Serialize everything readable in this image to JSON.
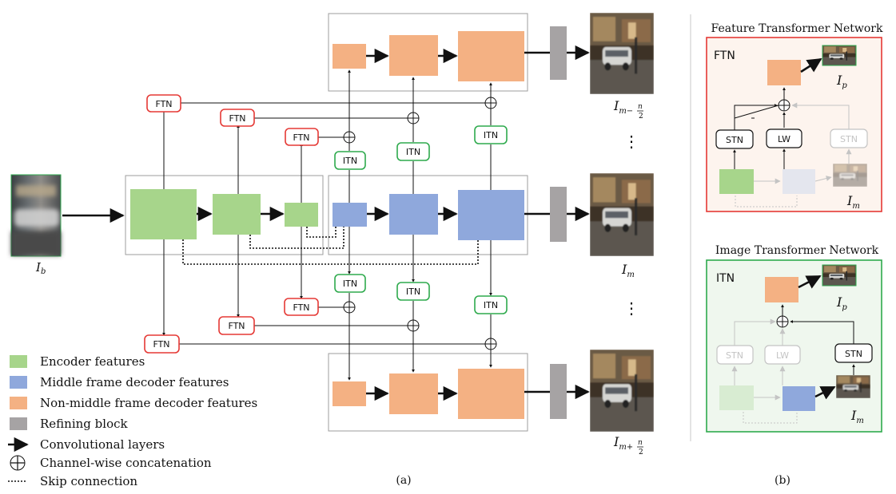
{
  "colors": {
    "encoder": "#a7d58b",
    "middle_decoder": "#8fa8dc",
    "non_middle_decoder": "#f4b183",
    "refining": "#a6a3a4",
    "ftn_border": "#e53935",
    "itn_border": "#2eaa4d"
  },
  "blocks": {
    "ftn": "FTN",
    "itn": "ITN",
    "stn": "STN",
    "lw": "LW"
  },
  "labels": {
    "input": "I_b",
    "top_output": "I_{m-n/2}",
    "middle_output": "I_m",
    "bottom_output": "I_{m+n/2}",
    "vdots": "⋮",
    "pred": "I_p",
    "middle": "I_m"
  },
  "legend": [
    {
      "text": "Encoder features",
      "icon": "green-square"
    },
    {
      "text": "Middle frame decoder features",
      "icon": "blue-square"
    },
    {
      "text": "Non-middle frame decoder features",
      "icon": "orange-square"
    },
    {
      "text": "Refining block",
      "icon": "gray-square"
    },
    {
      "text": "Convolutional layers",
      "icon": "arrow-right"
    },
    {
      "text": "Channel-wise concatenation",
      "icon": "circled-plus"
    },
    {
      "text": "Skip connection",
      "icon": "dotted-line"
    }
  ],
  "panel_ftn": {
    "title": "Feature Transformer Network",
    "tag": "FTN"
  },
  "panel_itn": {
    "title": "Image Transformer Network",
    "tag": "ITN"
  },
  "captions": {
    "a": "(a)",
    "b": "(b)"
  }
}
